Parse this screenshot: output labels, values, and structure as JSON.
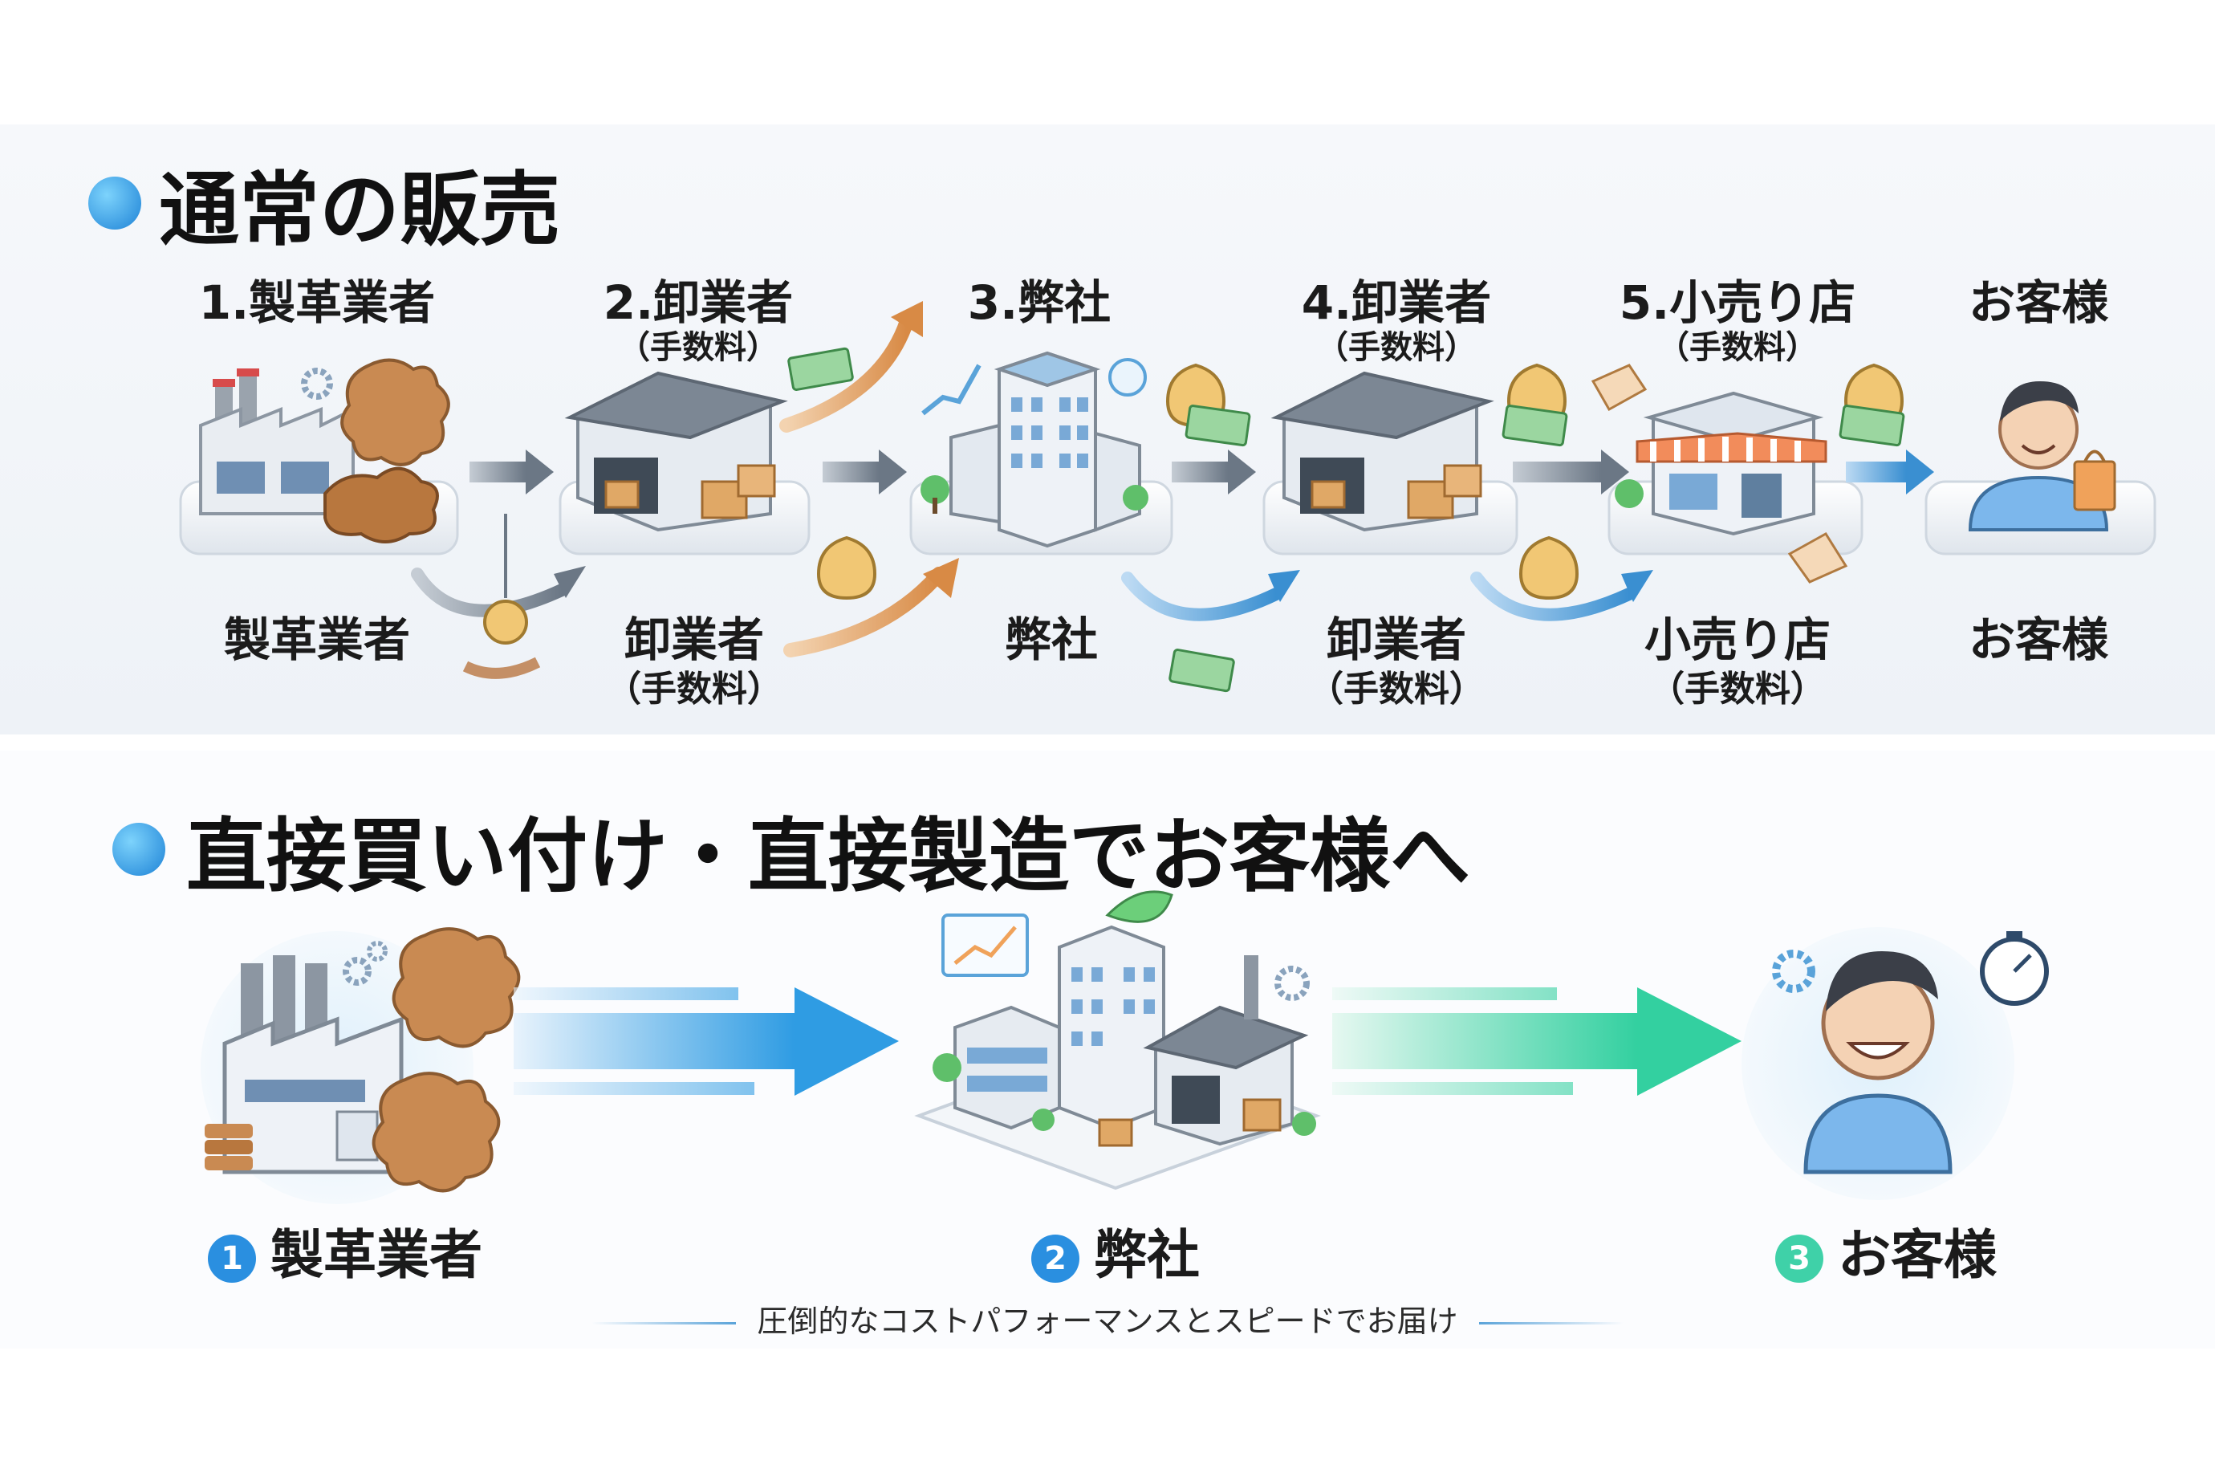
{
  "section1": {
    "title": "通常の販売",
    "steps": [
      {
        "top": "1.製革業者",
        "fee": "",
        "bottom": "製革業者",
        "bottom_fee": ""
      },
      {
        "top": "2.卸業者",
        "fee": "（手数料）",
        "bottom": "卸業者",
        "bottom_fee": "（手数料）"
      },
      {
        "top": "3.弊社",
        "fee": "",
        "bottom": "弊社",
        "bottom_fee": ""
      },
      {
        "top": "4.卸業者",
        "fee": "（手数料）",
        "bottom": "卸業者",
        "bottom_fee": "（手数料）"
      },
      {
        "top": "5.小売り店",
        "fee": "（手数料）",
        "bottom": "小売り店",
        "bottom_fee": "（手数料）"
      },
      {
        "top": "お客様",
        "fee": "",
        "bottom": "お客様",
        "bottom_fee": ""
      }
    ]
  },
  "section2": {
    "title": "直接買い付け・直接製造でお客様へ",
    "steps": [
      {
        "num": "1",
        "label": "製革業者"
      },
      {
        "num": "2",
        "label": "弊社"
      },
      {
        "num": "3",
        "label": "お客様"
      }
    ],
    "tagline": "圧倒的なコストパフォーマンスとスピードでお届け"
  },
  "colors": {
    "accent_blue": "#2a8fe0",
    "accent_green": "#3fd1a8",
    "arrow_gray": "#6b7785",
    "leather": "#c98a52"
  }
}
